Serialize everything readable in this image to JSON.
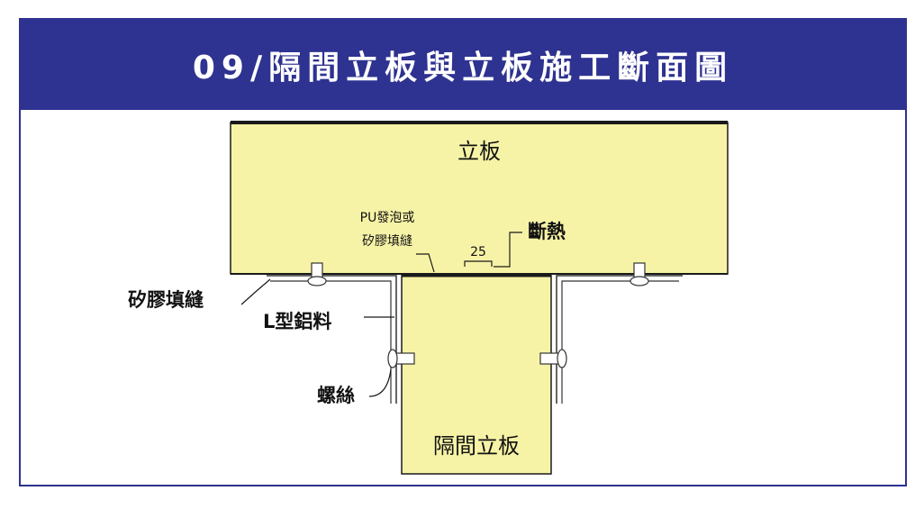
{
  "title": "09/隔間立板與立板施工斷面圖",
  "labels": {
    "top_panel": "立板",
    "bottom_panel": "隔間立板",
    "pu_foam_line1": "PU發泡或",
    "pu_foam_line2": "矽膠填縫",
    "thermal_break": "斷熱",
    "dimension": "25",
    "silicone_seal": "矽膠填縫",
    "l_aluminum": "L型鋁料",
    "screw": "螺絲"
  },
  "colors": {
    "title_bg": "#2e3290",
    "title_text": "#ffffff",
    "panel_fill": "#f7f3a6",
    "outline": "#1a1a1a",
    "frame_border": "#2e3290"
  }
}
